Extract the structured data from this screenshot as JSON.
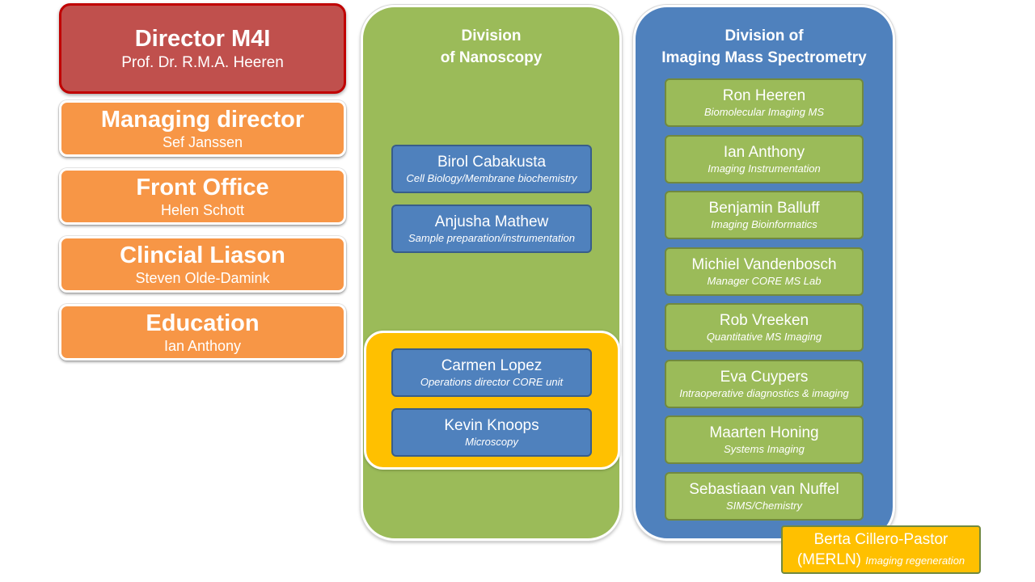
{
  "director": {
    "title": "Director M4I",
    "name": "Prof. Dr. R.M.A. Heeren"
  },
  "staff": [
    {
      "title": "Managing director",
      "name": "Sef Janssen"
    },
    {
      "title": "Front Office",
      "name": "Helen Schott"
    },
    {
      "title": "Clincial Liason",
      "name": "Steven Olde-Damink"
    },
    {
      "title": "Education",
      "name": "Ian Anthony"
    }
  ],
  "nanoscopy": {
    "title_line1": "Division",
    "title_line2": "of Nanoscopy",
    "members": [
      {
        "name": "Birol Cabakusta",
        "role": "Cell Biology/Membrane biochemistry"
      },
      {
        "name": "Anjusha Mathew",
        "role": "Sample preparation/instrumentation"
      },
      {
        "name": "Carmen Lopez",
        "role": "Operations director CORE unit"
      },
      {
        "name": "Kevin Knoops",
        "role": "Microscopy"
      }
    ]
  },
  "ims": {
    "title_line1": "Division of",
    "title_line2": "Imaging Mass Spectrometry",
    "members": [
      {
        "name": "Ron Heeren",
        "role": "Biomolecular Imaging MS"
      },
      {
        "name": "Ian Anthony",
        "role": "Imaging Instrumentation"
      },
      {
        "name": "Benjamin Balluff",
        "role": "Imaging Bioinformatics"
      },
      {
        "name": "Michiel Vandenbosch",
        "role": "Manager CORE MS Lab"
      },
      {
        "name": "Rob Vreeken",
        "role": "Quantitative MS Imaging"
      },
      {
        "name": "Eva Cuypers",
        "role": "Intraoperative diagnostics & imaging"
      },
      {
        "name": "Maarten Honing",
        "role": "Systems Imaging"
      },
      {
        "name": "Sebastiaan van Nuffel",
        "role": "SIMS/Chemistry"
      }
    ]
  },
  "external": {
    "name": "Berta Cillero-Pastor",
    "affiliation": "(MERLN)",
    "role": "Imaging regeneration"
  },
  "colors": {
    "director": "#c0504d",
    "staff": "#f79646",
    "nanoscopy": "#9bbb59",
    "ims": "#4f81bd",
    "highlight": "#ffc000"
  }
}
